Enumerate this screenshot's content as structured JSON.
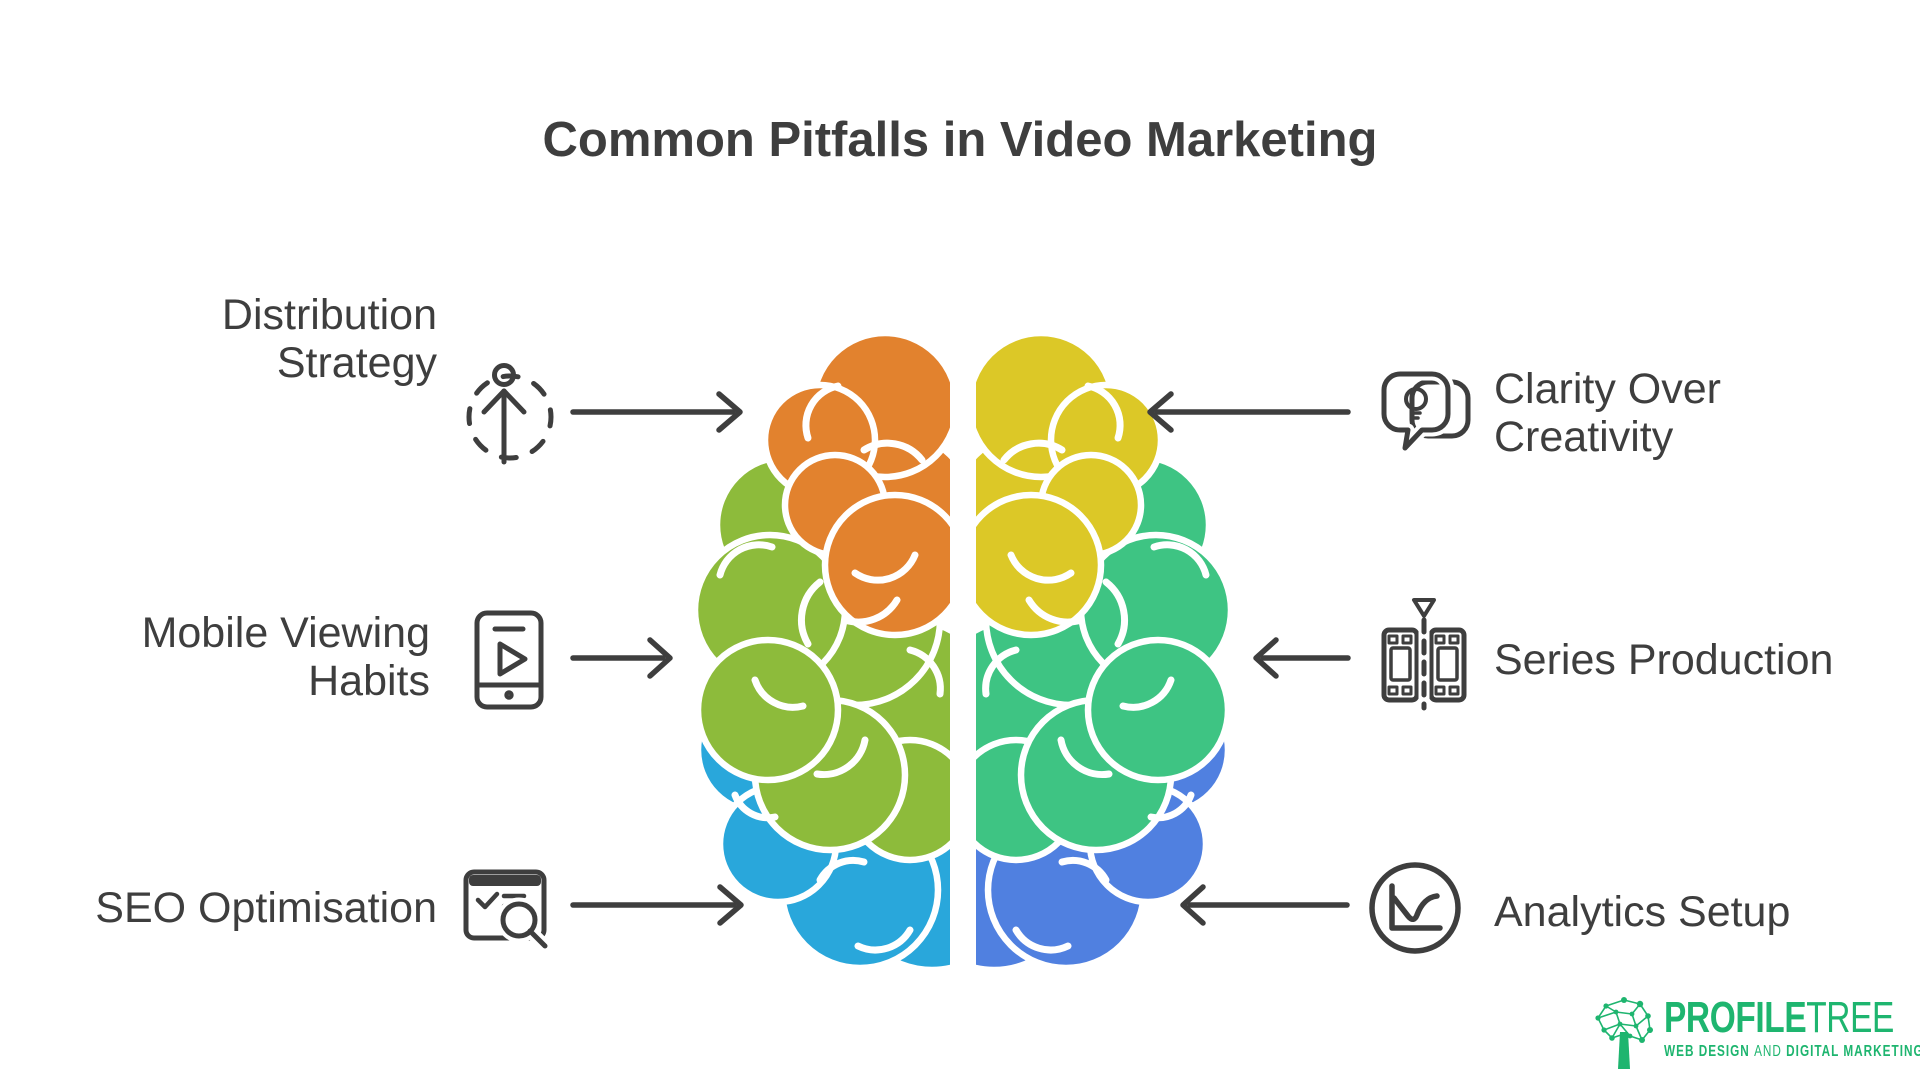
{
  "title": "Common Pitfalls in Video Marketing",
  "items": {
    "distribution": {
      "line1": "Distribution",
      "line2": "Strategy"
    },
    "mobile": {
      "line1": "Mobile Viewing",
      "line2": "Habits"
    },
    "seo": {
      "line1": "SEO Optimisation",
      "line2": ""
    },
    "clarity": {
      "line1": "Clarity Over",
      "line2": "Creativity"
    },
    "series": {
      "line1": "Series Production",
      "line2": ""
    },
    "analytics": {
      "line1": "Analytics Setup",
      "line2": ""
    }
  },
  "icons": {
    "distribution": "person-growth-dashed-circle-icon",
    "mobile": "smartphone-video-play-icon",
    "seo": "browser-search-checklist-icon",
    "clarity": "speech-bubbles-lightbulb-icon",
    "series": "filmstrip-cut-icon",
    "analytics": "line-chart-circle-icon"
  },
  "colors": {
    "line": "#3E3E3E",
    "brain_orange": "#E2822E",
    "brain_yellow": "#DCC827",
    "brain_lime": "#8DBB3B",
    "brain_emerald": "#3EC483",
    "brain_cyan": "#29A7DB",
    "brain_blue": "#5080E0",
    "logo_green": "#1EB56F"
  },
  "logo": {
    "brand_bold": "PROFILE",
    "brand_light": "TREE",
    "tagline_bold1": "WEB DESIGN",
    "tagline_light": "AND",
    "tagline_bold2": "DIGITAL MARKETING"
  }
}
